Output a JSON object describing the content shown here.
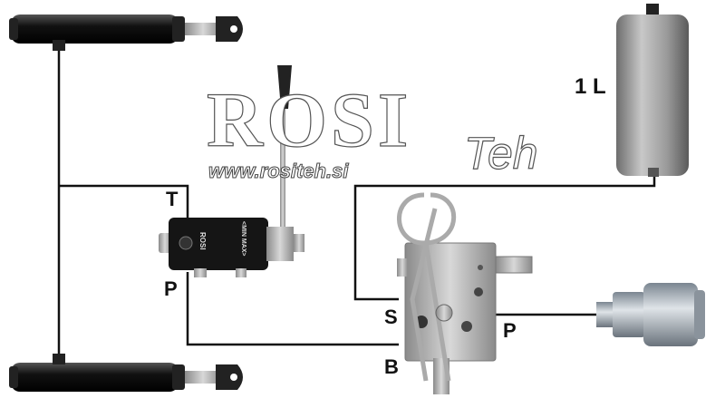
{
  "labels": {
    "valve_t": "T",
    "valve_p": "P",
    "block_s": "S",
    "block_b": "B",
    "block_p": "P",
    "tank_volume": "1 L"
  },
  "watermark": {
    "brand": "ROSI",
    "brand_suffix": "Teh",
    "url": "www.rositeh.si"
  },
  "valve_markings": {
    "brand": "ROSI",
    "range": "<MIN MAX>"
  },
  "colors": {
    "hose": "#111111",
    "cylinder": "#1a1a1a",
    "tank": "#9a9a9a",
    "steel": "#b8b8b8"
  }
}
